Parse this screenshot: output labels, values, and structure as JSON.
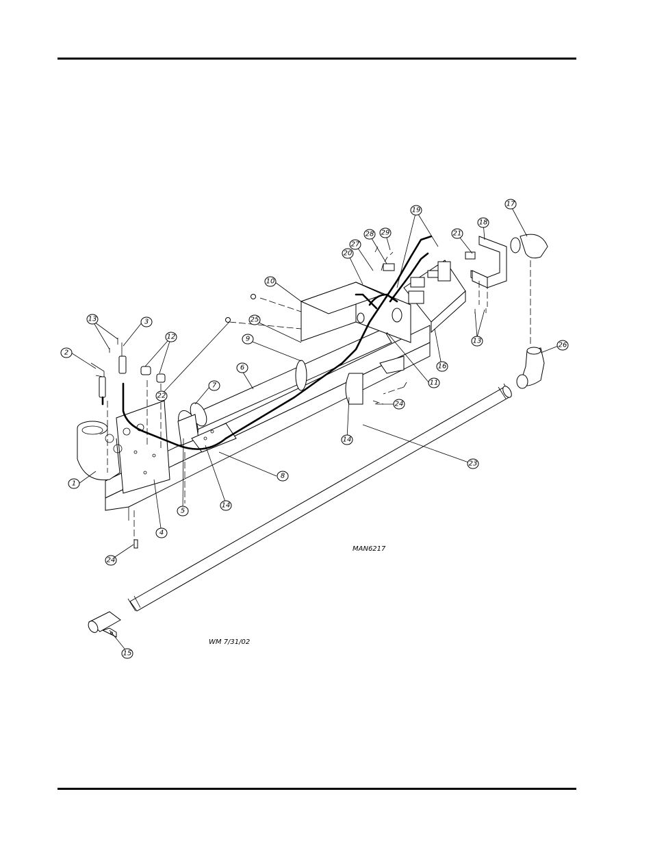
{
  "drawing": {
    "drawing_number": "MAN6217",
    "revision_note": "WM 7/31/02"
  },
  "callouts": [
    "1",
    "2",
    "3",
    "4",
    "5",
    "6",
    "7",
    "8",
    "9",
    "10",
    "11",
    "12",
    "13",
    "13",
    "14",
    "14",
    "15",
    "16",
    "17",
    "18",
    "19",
    "20",
    "21",
    "22",
    "23",
    "24",
    "24",
    "24",
    "25",
    "26",
    "27",
    "28",
    "29"
  ]
}
